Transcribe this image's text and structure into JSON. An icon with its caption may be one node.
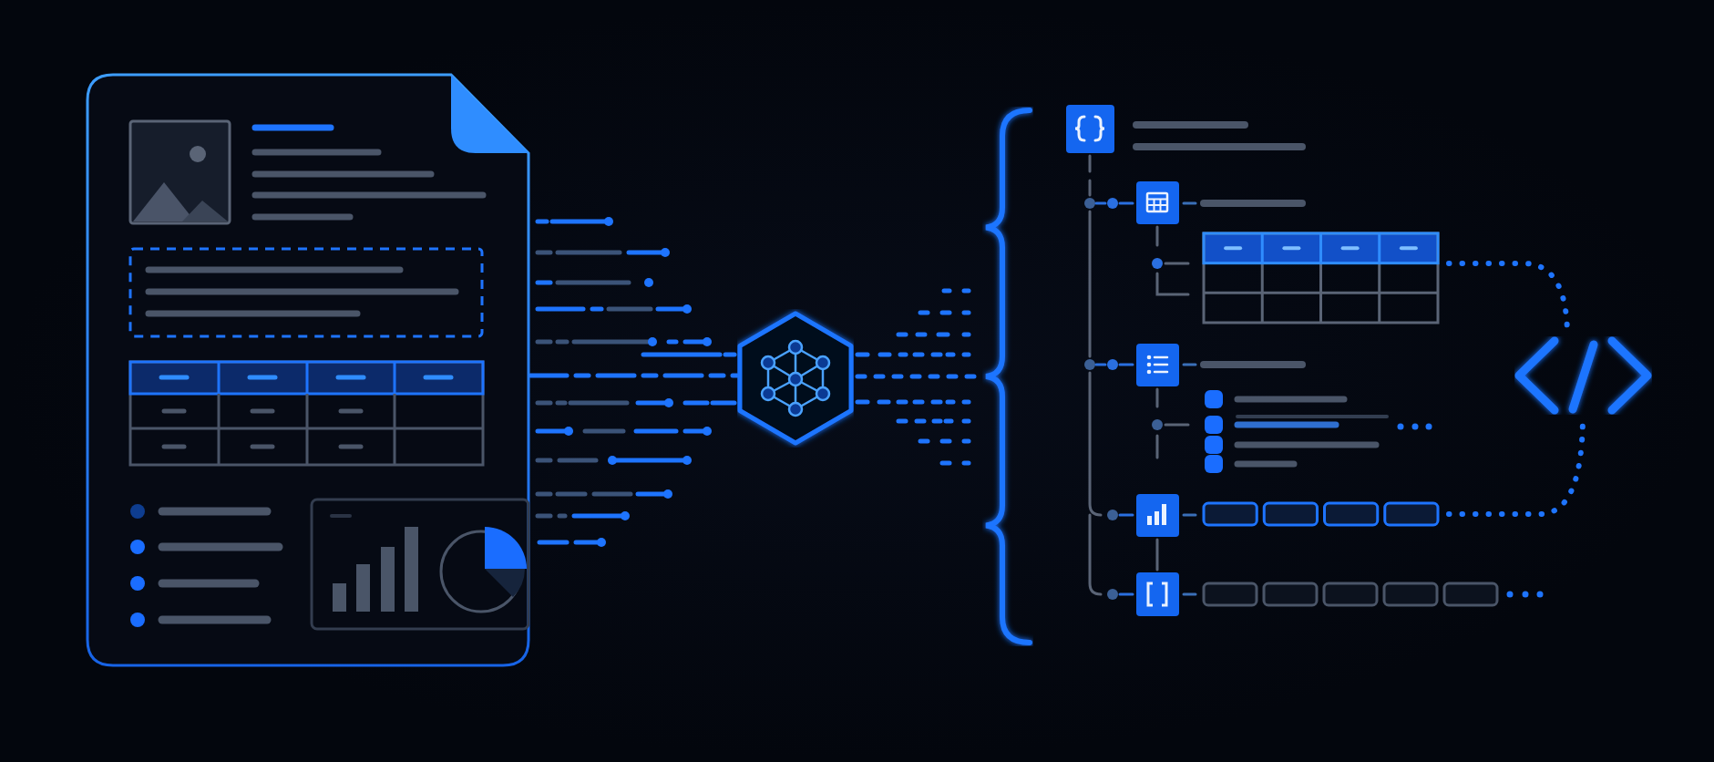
{
  "diagram": {
    "nodes": [
      {
        "text": [],
        "shape": "picture"
      },
      {
        "text": [],
        "shape": "hexagon"
      },
      {
        "text": [],
        "shape": "brace"
      },
      {
        "text": [],
        "shape": "table"
      },
      {
        "text": [],
        "shape": "box"
      },
      {
        "text": [],
        "shape": "picture"
      }
    ],
    "edges": [
      {
        "from": 0,
        "to": 1,
        "arrow": "none",
        "style": "dashed"
      },
      {
        "from": 1,
        "to": 2,
        "arrow": "none",
        "style": "dashed"
      },
      {
        "from": 3,
        "to": 5,
        "arrow": "none",
        "style": "dashed"
      },
      {
        "from": 4,
        "to": 5,
        "arrow": "none",
        "style": "dashed"
      }
    ]
  }
}
